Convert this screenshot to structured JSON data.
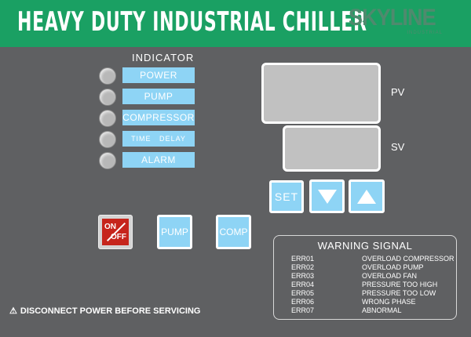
{
  "header": {
    "title": "HEAVY DUTY INDUSTRIAL CHILLER",
    "logo_text": "SKYLINE",
    "logo_subtext": "INDUSTRIAL"
  },
  "indicator": {
    "title": "INDICATOR",
    "items": [
      {
        "label": "POWER"
      },
      {
        "label": "PUMP"
      },
      {
        "label": "COMPRESSOR"
      },
      {
        "label": "TIME   DELAY"
      },
      {
        "label": "ALARM"
      }
    ]
  },
  "displays": {
    "pv_label": "PV",
    "sv_label": "SV"
  },
  "controls": {
    "set_label": "SET",
    "on_label": "ON",
    "off_label": "OFF",
    "pump_label": "PUMP",
    "comp_label": "COMP"
  },
  "warning": {
    "title": "WARNING SIGNAL",
    "items": [
      {
        "code": "ERR01",
        "message": "OVERLOAD COMPRESSOR"
      },
      {
        "code": "ERR02",
        "message": "OVERLOAD PUMP"
      },
      {
        "code": "ERR03",
        "message": "OVERLOAD FAN"
      },
      {
        "code": "ERR04",
        "message": "PRESSURE TOO HIGH"
      },
      {
        "code": "ERR05",
        "message": "PRESSURE TOO LOW"
      },
      {
        "code": "ERR06",
        "message": "WRONG PHASE"
      },
      {
        "code": "ERR07",
        "message": "ABNORMAL"
      }
    ]
  },
  "footer": {
    "icon": "warning-triangle-icon",
    "text": "DISCONNECT POWER BEFORE SERVICING"
  },
  "colors": {
    "panel": "#5f6062",
    "header": "#1aa063",
    "button": "#8ed4f5",
    "display": "#c1c1c1",
    "onoff": "#c6251c"
  }
}
